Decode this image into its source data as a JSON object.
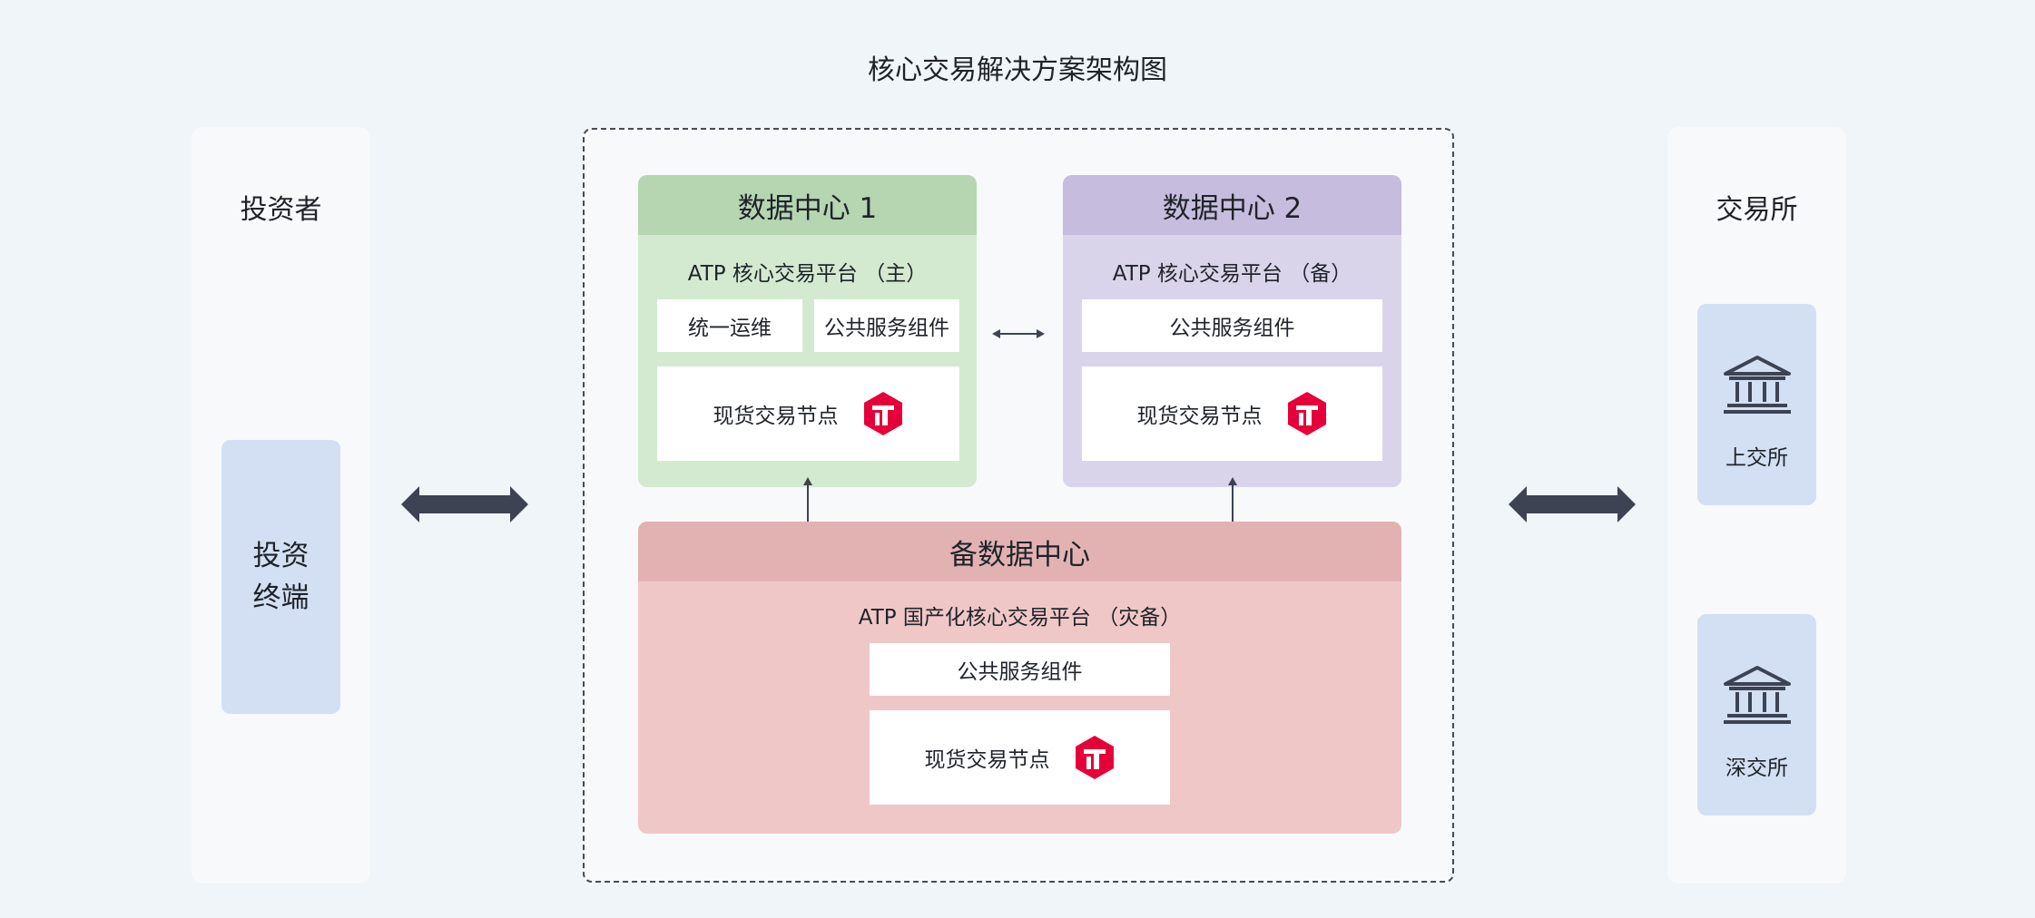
{
  "title": "核心交易解决方案架构图",
  "investor": {
    "title": "投资者",
    "terminal": "投资\n终端"
  },
  "exchange": {
    "title": "交易所",
    "items": [
      {
        "label": "上交所",
        "icon": "bank-icon"
      },
      {
        "label": "深交所",
        "icon": "bank-icon"
      }
    ]
  },
  "dc1": {
    "title": "数据中心 1",
    "platform": "ATP 核心交易平台 （主）",
    "ops": "统一运维",
    "common": "公共服务组件",
    "node": "现货交易节点"
  },
  "dc2": {
    "title": "数据中心 2",
    "platform": "ATP 核心交易平台 （备）",
    "common": "公共服务组件",
    "node": "现货交易节点"
  },
  "backup": {
    "title": "备数据中心",
    "platform": "ATP 国产化核心交易平台 （灾备）",
    "common": "公共服务组件",
    "node": "现货交易节点"
  },
  "colors": {
    "background": "#eff5f8",
    "dc1_head": "#b5d6b1",
    "dc1_body": "#d3ead0",
    "dc2_head": "#c6bcde",
    "dc2_body": "#dad4eb",
    "backup_head": "#e2b2b3",
    "backup_body": "#f0c7c7",
    "blue_card": "#d3e0f3",
    "arrow": "#3d4353",
    "logo_red": "#e60039"
  }
}
